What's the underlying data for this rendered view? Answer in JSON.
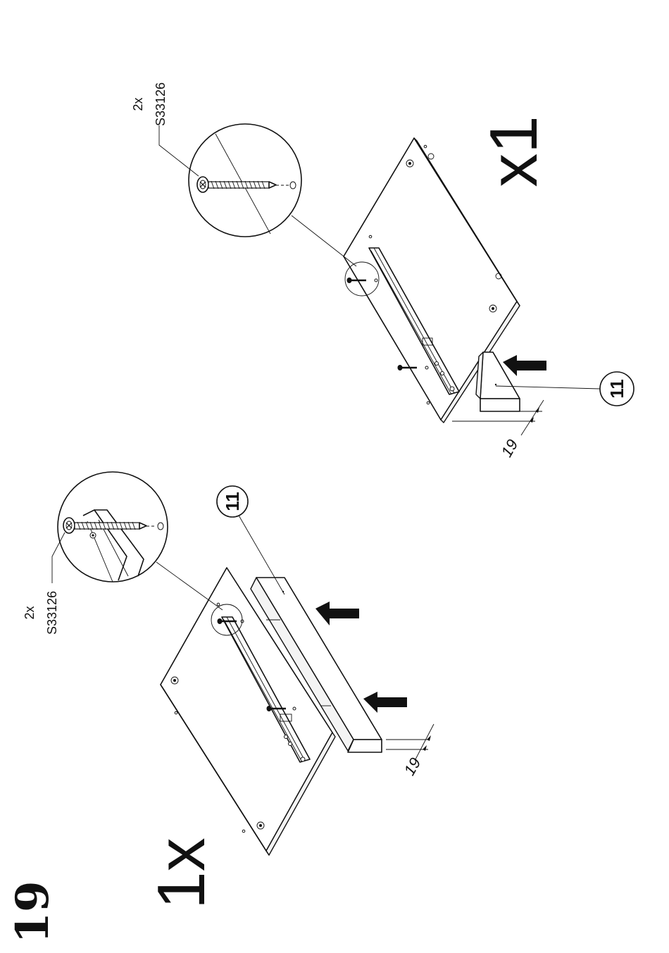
{
  "step_number": "19",
  "left_assembly": {
    "quantity_label": "1x",
    "callout": {
      "quantity": "2x",
      "part_code": "S33126"
    },
    "part_badge": "11",
    "dimension": "19"
  },
  "right_assembly": {
    "quantity_label": "x1",
    "callout": {
      "quantity": "2x",
      "part_code": "S33126"
    },
    "part_badge": "11",
    "dimension": "19"
  }
}
